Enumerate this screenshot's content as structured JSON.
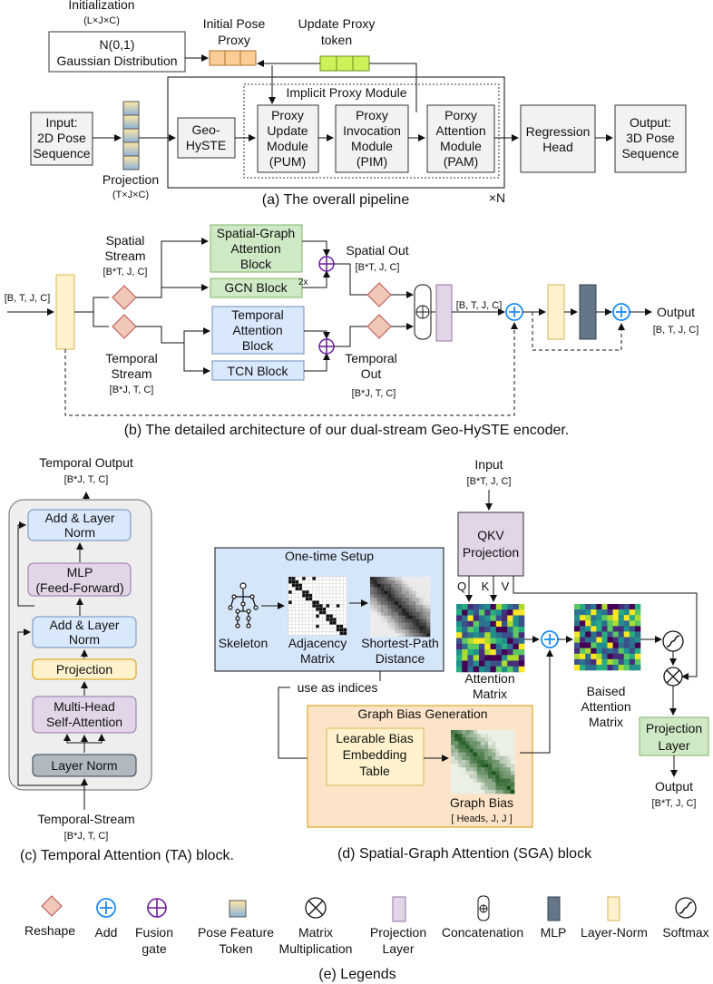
{
  "pipeline": {
    "initialization": "Initialization",
    "init_dims": "(L×J×C)",
    "gaussian_l1": "N(0,1)",
    "gaussian_l2": "Gaussian Distribution",
    "init_pose_proxy_l1": "Initial Pose",
    "init_pose_proxy_l2": "Proxy",
    "update_proxy_l1": "Update Proxy",
    "update_proxy_l2": "token",
    "implicit_proxy_module": "Implicit Proxy Module",
    "input_l1": "Input:",
    "input_l2": "2D Pose",
    "input_l3": "Sequence",
    "projection": "Projection",
    "proj_dims": "(T×J×C)",
    "geo_l1": "Geo-",
    "geo_l2": "HySTE",
    "pum": [
      "Proxy",
      "Update",
      "Module",
      "(PUM)"
    ],
    "pim": [
      "Proxy",
      "Invocation",
      "Module",
      "(PIM)"
    ],
    "pam": [
      "Porxy",
      "Attention",
      "Module",
      "(PAM)"
    ],
    "regression_l1": "Regression",
    "regression_l2": "Head",
    "output_l1": "Output:",
    "output_l2": "3D Pose",
    "output_l3": "Sequence",
    "repeat": "×N",
    "caption": "(a) The overall pipeline"
  },
  "encoder": {
    "in_dims": "[B, T, J, C]",
    "spatial_stream_l1": "Spatial",
    "spatial_stream_l2": "Stream",
    "spatial_stream_dims": "[B*T, J, C]",
    "temporal_stream_l1": "Temporal",
    "temporal_stream_l2": "Stream",
    "temporal_stream_dims": "[B*J, T, C]",
    "sga_l1": "Spatial-Graph",
    "sga_l2": "Attention",
    "sga_l3": "Block",
    "gcn": "GCN Block",
    "gcn_rep": "2x",
    "ta_l1": "Temporal",
    "ta_l2": "Attention",
    "ta_l3": "Block",
    "tcn": "TCN Block",
    "spatial_out": "Spatial Out",
    "spatial_out_dims": "[B*T, J, C]",
    "temporal_out_l1": "Temporal",
    "temporal_out_l2": "Out",
    "temporal_out_dims": "[B*J, T, C]",
    "mid_dims": "[B, T, J, C]",
    "output": "Output",
    "output_dims": "[B, T, J, C]",
    "caption": "(b) The detailed architecture of our dual-stream Geo-HySTE encoder."
  },
  "ta_block": {
    "title": "Temporal Output",
    "title_dims": "[B*J, T, C]",
    "addnorm_top_l1": "Add & Layer",
    "addnorm_top_l2": "Norm",
    "mlp_l1": "MLP",
    "mlp_l2": "(Feed-Forward)",
    "addnorm_mid_l1": "Add & Layer",
    "addnorm_mid_l2": "Norm",
    "projection": "Projection",
    "mhsa_l1": "Multi-Head",
    "mhsa_l2": "Self-Attention",
    "layernorm": "Layer Norm",
    "input": "Temporal-Stream",
    "input_dims": "[B*J, T, C]",
    "caption": "(c) Temporal Attention (TA) block."
  },
  "sga_block": {
    "input": "Input",
    "input_dims": "[B*T, J, C]",
    "qkv_l1": "QKV",
    "qkv_l2": "Projection",
    "q": "Q",
    "k": "K",
    "v": "V",
    "setup_title": "One-time Setup",
    "skeleton": "Skeleton",
    "adjacency_l1": "Adjacency",
    "adjacency_l2": "Matrix",
    "spd_l1": "Shortest-Path",
    "spd_l2": "Distance",
    "use_indices": "use as indices",
    "attention_l1": "Attention",
    "attention_l2": "Matrix",
    "biased_l1": "Baised",
    "biased_l2": "Attention",
    "biased_l3": "Matrix",
    "gbg_title": "Graph Bias Generation",
    "embed_l1": "Learable Bias",
    "embed_l2": "Embedding",
    "embed_l3": "Table",
    "graph_bias": "Graph Bias",
    "graph_bias_dims": "[ Heads, J, J ]",
    "projlayer_l1": "Projection",
    "projlayer_l2": "Layer",
    "output": "Output",
    "output_dims": "[B*T, J, C]",
    "caption": "(d) Spatial-Graph Attention (SGA) block"
  },
  "legend": {
    "reshape": "Reshape",
    "add": "Add",
    "fusion_l1": "Fusion",
    "fusion_l2": "gate",
    "pose_token_l1": "Pose Feature",
    "pose_token_l2": "Token",
    "matmul_l1": "Matrix",
    "matmul_l2": "Multiplication",
    "projection_l1": "Projection",
    "projection_l2": "Layer",
    "concat": "Concatenation",
    "mlp": "MLP",
    "layernorm": "Layer-Norm",
    "softmax": "Softmax",
    "caption": "(e) Legends"
  },
  "colors": {
    "orange_token": "#f9cd95",
    "green_token": "#ccf25a",
    "box_gray": "#f2f2f2",
    "green_block": "#cfe8c5",
    "blue_block": "#dae8fc",
    "purple_block": "#e1d5e7",
    "yellow_block": "#fff2cc",
    "mlp_slate": "#647687",
    "diamond": "#f0c7b8",
    "add_blue": "#1a8cff",
    "fusion_purple": "#6a1b9a",
    "setup_bg": "#d6e6fa",
    "bias_bg": "#fde4c8"
  }
}
